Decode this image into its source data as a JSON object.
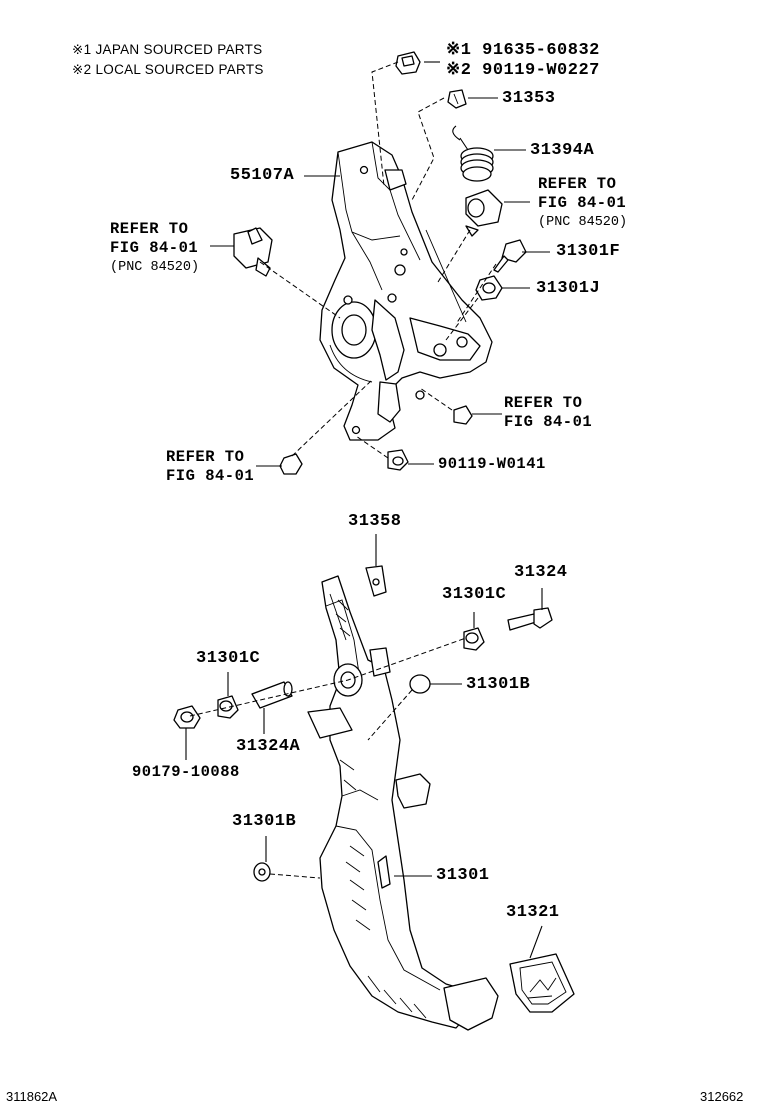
{
  "legend": {
    "line1": "※1 JAPAN SOURCED PARTS",
    "line2": "※2 LOCAL SOURCED PARTS"
  },
  "labels": {
    "pn_bolt_jp": "※1 91635-60832",
    "pn_bolt_local": "※2 90119-W0227",
    "p31353": "31353",
    "p31394a": "31394A",
    "p55107a": "55107A",
    "ref_right_1": "REFER TO",
    "ref_right_2": "FIG 84-01",
    "ref_right_3": "(PNC 84520)",
    "ref_left_1": "REFER TO",
    "ref_left_2": "FIG 84-01",
    "ref_left_3": "(PNC 84520)",
    "p31301f": "31301F",
    "p31301j": "31301J",
    "ref_nut_1": "REFER TO",
    "ref_nut_2": "FIG 84-01",
    "ref_nut2_1": "REFER TO",
    "ref_nut2_2": "FIG 84-01",
    "p90119w0141": "90119-W0141",
    "p31358": "31358",
    "p31324": "31324",
    "p31301c_right": "31301C",
    "p31301c_left": "31301C",
    "p31301b_right": "31301B",
    "p31324a": "31324A",
    "p90179": "90179-10088",
    "p31301b_left": "31301B",
    "p31301": "31301",
    "p31321": "31321"
  },
  "footer": {
    "left_code": "311862A",
    "right_code": "312662"
  }
}
